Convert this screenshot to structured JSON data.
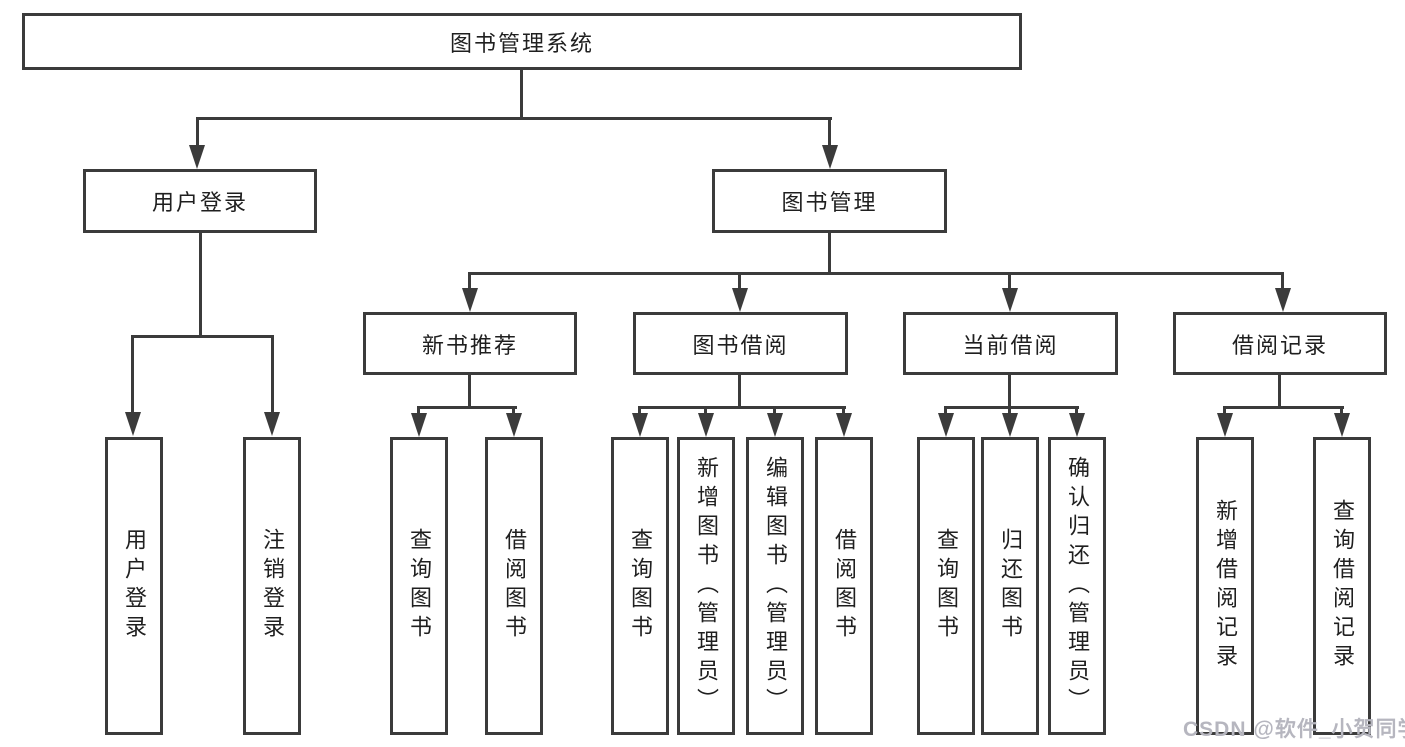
{
  "diagram": {
    "root": {
      "label": "图书管理系统"
    },
    "level1": [
      {
        "label": "用户登录"
      },
      {
        "label": "图书管理"
      }
    ],
    "level2": [
      {
        "label": "新书推荐"
      },
      {
        "label": "图书借阅"
      },
      {
        "label": "当前借阅"
      },
      {
        "label": "借阅记录"
      }
    ],
    "leaves": {
      "login": [
        "用户登录",
        "注销登录"
      ],
      "new_books": [
        "查询图书",
        "借阅图书"
      ],
      "book_borrow": [
        "查询图书",
        "新增图书（管理员）",
        "编辑图书（管理员）",
        "借阅图书"
      ],
      "current_borrow": [
        "查询图书",
        "归还图书",
        "确认归还（管理员）"
      ],
      "borrow_records": [
        "新增借阅记录",
        "查询借阅记录"
      ]
    },
    "watermark": "CSDN @软件_小贺同学",
    "colors": {
      "line": "#3b3b3b",
      "text": "#1f1f1f",
      "watermark": "#b6b6bf",
      "background": "#ffffff"
    }
  }
}
